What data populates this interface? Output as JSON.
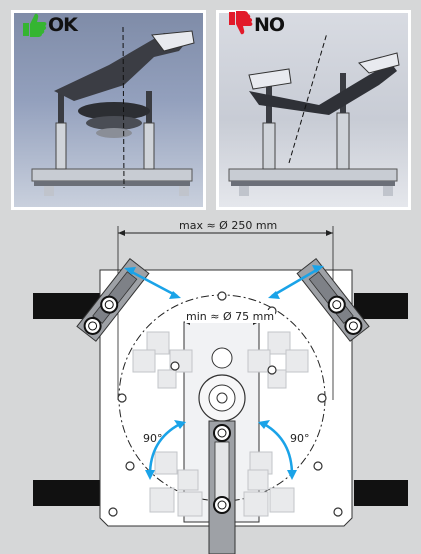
{
  "top_panels": {
    "ok_label": "OK",
    "no_label": "NO",
    "ok_icon": "thumbs-up-icon",
    "no_icon": "thumbs-down-icon",
    "ok_color": "#35b531",
    "no_color": "#e21a2a"
  },
  "diagram": {
    "max_dimension": "max ≈ Ø 250 mm",
    "min_dimension": "min ≈ Ø 75 mm",
    "angle_left": "90°",
    "angle_right": "90°",
    "arrow_color": "#1aa3e8"
  }
}
